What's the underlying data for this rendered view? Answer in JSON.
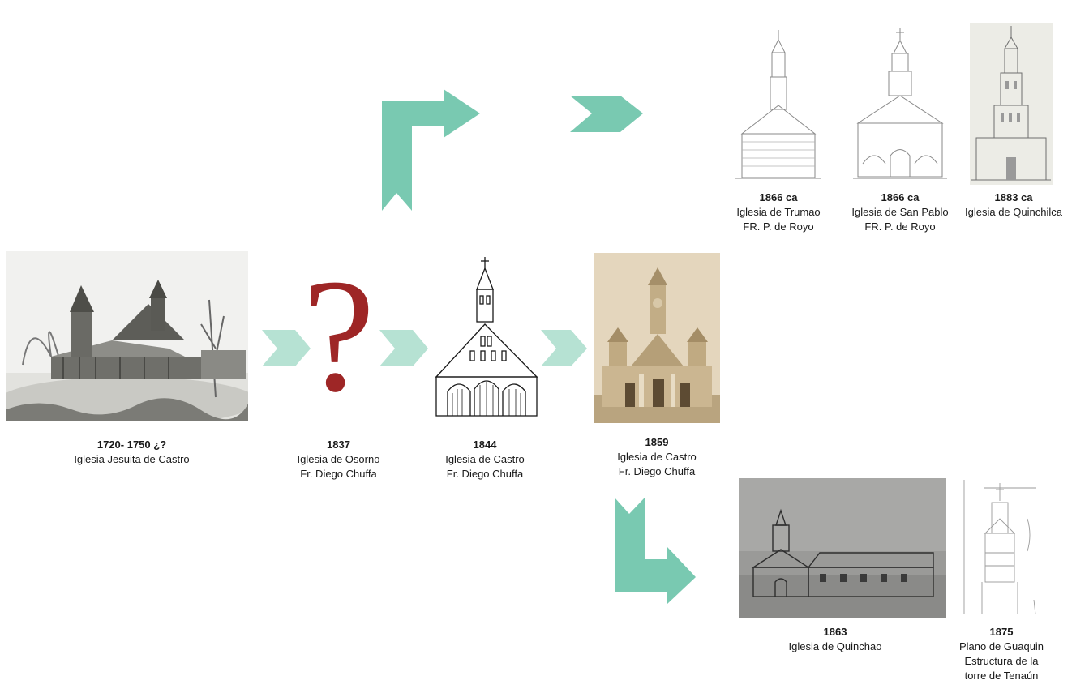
{
  "colors": {
    "arrow_dark": "#79c9b1",
    "arrow_light": "#b6e2d3",
    "question": "#9e2626"
  },
  "question_mark": "?",
  "main": [
    {
      "year": "1720- 1750 ¿?",
      "lines": [
        "Iglesia Jesuita de Castro"
      ]
    },
    {
      "year": "1837",
      "lines": [
        "Iglesia de Osorno",
        "Fr. Diego Chuffa"
      ]
    },
    {
      "year": "1844",
      "lines": [
        "Iglesia de Castro",
        "Fr. Diego Chuffa"
      ]
    },
    {
      "year": "1859",
      "lines": [
        "Iglesia de Castro",
        "Fr. Diego Chuffa"
      ]
    }
  ],
  "upper": [
    {
      "year": "1866 ca",
      "lines": [
        "Iglesia de Trumao",
        "FR. P. de Royo"
      ]
    },
    {
      "year": "1866 ca",
      "lines": [
        "Iglesia de San Pablo",
        "FR. P. de Royo"
      ]
    },
    {
      "year": "1883 ca",
      "lines": [
        "Iglesia de Quinchilca"
      ]
    }
  ],
  "lower": [
    {
      "year": "1863",
      "lines": [
        "Iglesia de Quinchao"
      ]
    },
    {
      "year": "1875",
      "lines": [
        "Plano de Guaquin",
        "Estructura de la",
        "torre de Tenaún"
      ]
    }
  ]
}
